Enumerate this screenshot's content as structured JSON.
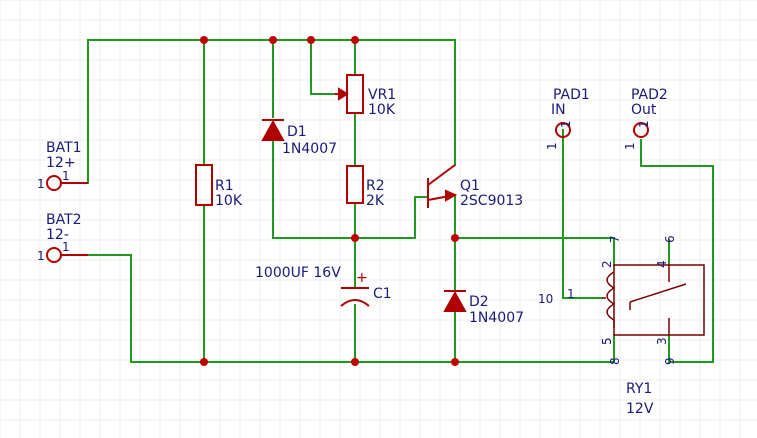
{
  "components": {
    "bat1": {
      "ref": "BAT1",
      "value": "12+",
      "pin_a": "1",
      "pin_b": "1"
    },
    "bat2": {
      "ref": "BAT2",
      "value": "12-",
      "pin_a": "1",
      "pin_b": "1"
    },
    "r1": {
      "ref": "R1",
      "value": "10K"
    },
    "d1": {
      "ref": "D1",
      "value": "1N4007"
    },
    "vr1": {
      "ref": "VR1",
      "value": "10K"
    },
    "r2": {
      "ref": "R2",
      "value": "2K"
    },
    "q1": {
      "ref": "Q1",
      "value": "2SC9013"
    },
    "c1": {
      "ref": "C1",
      "value": "1000UF 16V",
      "polarity": "+"
    },
    "d2": {
      "ref": "D2",
      "value": "1N4007"
    },
    "pad1": {
      "ref": "PAD1",
      "value": "IN",
      "pin_a": "1",
      "pin_b": "1"
    },
    "pad2": {
      "ref": "PAD2",
      "value": "Out",
      "pin_a": "1",
      "pin_b": "1"
    },
    "ry1": {
      "ref": "RY1",
      "value": "12V",
      "pins": {
        "p1": "1",
        "p2": "2",
        "p3": "3",
        "p4": "4",
        "p5": "5",
        "p6": "6",
        "p7": "7",
        "p8": "8",
        "p9": "9",
        "p10": "10"
      }
    }
  },
  "colors": {
    "wire": "#1f9a1f",
    "component": "#b00000",
    "label": "#1a1a78",
    "junction": "#c00000",
    "grid": "#ececec"
  }
}
